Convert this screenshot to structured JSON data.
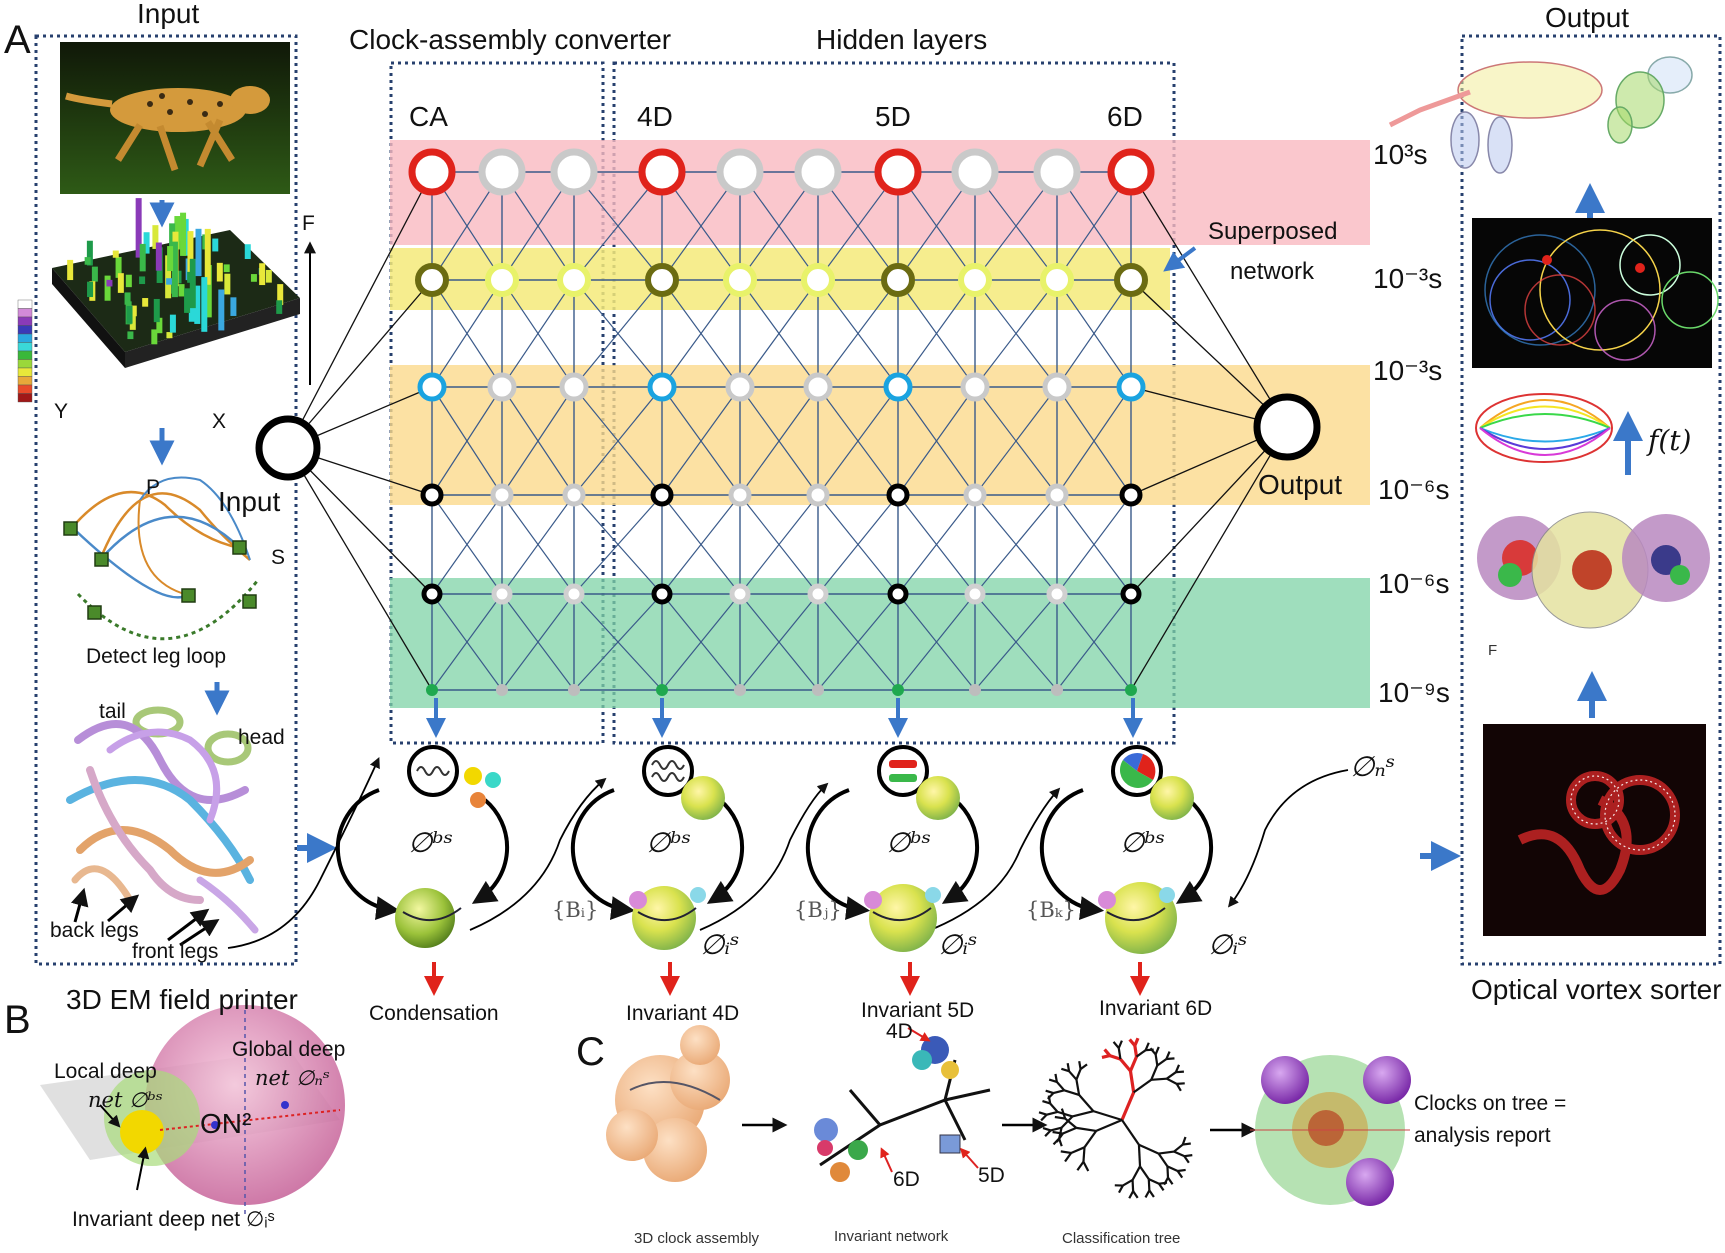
{
  "panels": {
    "a": "A",
    "b": "B",
    "c": "C"
  },
  "headers": {
    "input": "Input",
    "output": "Output",
    "converter": "Clock-assembly converter",
    "hidden": "Hidden layers"
  },
  "columns": {
    "ca": "CA",
    "d4": "4D",
    "d5": "5D",
    "d6": "6D"
  },
  "timescales": [
    "10³s",
    "10⁻³s",
    "10⁻³s",
    "10⁻⁶s",
    "10⁻⁶s",
    "10⁻⁹s"
  ],
  "superposed": {
    "line1": "Superposed",
    "line2": "network"
  },
  "nodes": {
    "input": "Input",
    "output": "Output"
  },
  "left_labels": {
    "f": "F",
    "y": "Y",
    "x": "X",
    "p": "P",
    "s": "S",
    "detect": "Detect leg loop",
    "tail": "tail",
    "head": "head",
    "back": "back legs",
    "front": "front legs",
    "printer": "3D EM field printer"
  },
  "cycle": {
    "phi_b": "∅ᵇˢ",
    "phi_i": "∅ᵢˢ",
    "phi_n": "∅ₙˢ",
    "bi": "{Bᵢ}",
    "bj": "{Bⱼ}",
    "bk": "{Bₖ}",
    "condensation": "Condensation",
    "inv4": "Invariant 4D",
    "inv5": "Invariant 5D",
    "inv6": "Invariant 6D"
  },
  "right_labels": {
    "ft": "f(t)",
    "sorter": "Optical vortex sorter",
    "fsmall": "F"
  },
  "panel_b": {
    "local1": "Local deep",
    "local2": "net ∅ᵇˢ",
    "global1": "Global deep",
    "global2": "net ∅ₙˢ",
    "on2": "ON²",
    "invariant": "Invariant deep net ∅ᵢˢ"
  },
  "panel_c": {
    "d4": "4D",
    "d6": "6D",
    "d5": "5D",
    "cap1": "3D clock assembly",
    "cap2": "Invariant network",
    "cap3": "Classification tree",
    "clocks1": "Clocks on tree =",
    "clocks2": "analysis report"
  },
  "colors": {
    "red_ring": "#e0231b",
    "gray_ring": "#c9c9c9",
    "olive_ring": "#6b6b12",
    "light_olive": "#e8f26a",
    "cyan_ring": "#1aa3e0",
    "green_dot": "#1fa84f",
    "band_pink": "#f9b9c0",
    "band_yellow": "#f5ea7a",
    "band_orange": "#fbd98c",
    "band_green": "#7fd3a7",
    "arrow_blue": "#3b78c9",
    "arrow_red": "#e0231b"
  }
}
